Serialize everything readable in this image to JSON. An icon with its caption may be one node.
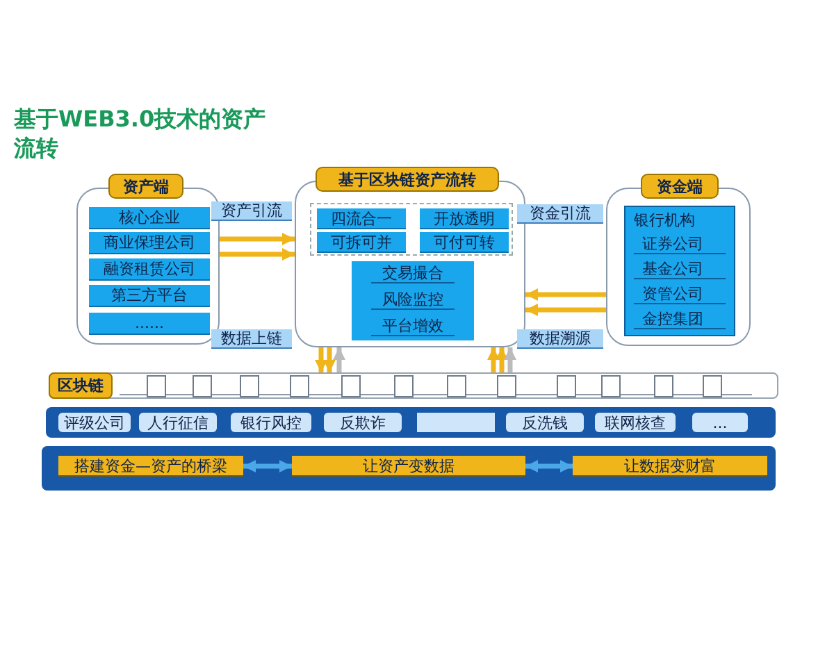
{
  "diagram": {
    "title": "基于WEB3.0技术的资产流转",
    "nodes": [
      {
        "text": [
          "资产端"
        ]
      },
      {
        "text": [
          "核心企业"
        ],
        "in": 0
      },
      {
        "text": [
          "商业保理公司"
        ],
        "in": 0
      },
      {
        "text": [
          "融资租赁公司"
        ],
        "in": 0
      },
      {
        "text": [
          "第三方平台"
        ],
        "in": 0
      },
      {
        "text": [
          "......"
        ],
        "in": 0
      },
      {
        "text": [
          "资产引流"
        ]
      },
      {
        "text": [
          "数据上链"
        ]
      },
      {
        "text": [
          "基于区块链资产流转"
        ]
      },
      {
        "text": [],
        "shape": "box",
        "in": 8
      },
      {
        "text": [
          "四流合一"
        ],
        "in": 9
      },
      {
        "text": [
          "开放透明"
        ],
        "in": 9
      },
      {
        "text": [
          "可拆可并"
        ],
        "in": 9
      },
      {
        "text": [
          "可付可转"
        ],
        "in": 9
      },
      {
        "text": [
          "交易撮合",
          "风险监控",
          "平台增效"
        ],
        "in": 8
      },
      {
        "text": [
          "资金引流"
        ]
      },
      {
        "text": [
          "数据溯源"
        ]
      },
      {
        "text": [
          "资金端"
        ]
      },
      {
        "text": [
          "银行机构",
          "证券公司",
          "基金公司",
          "资管公司",
          "金控集团"
        ],
        "in": 17
      },
      {
        "text": [
          "区块链"
        ]
      },
      {
        "text": [],
        "shape": "bar"
      },
      {
        "text": [
          "评级公司"
        ],
        "in": 20
      },
      {
        "text": [
          "人行征信"
        ],
        "in": 20
      },
      {
        "text": [
          "银行风控"
        ],
        "in": 20
      },
      {
        "text": [
          "反欺诈"
        ],
        "in": 20
      },
      {
        "text": [],
        "shape": "box",
        "in": 20
      },
      {
        "text": [
          "反洗钱"
        ],
        "in": 20
      },
      {
        "text": [
          "联网核查"
        ],
        "in": 20
      },
      {
        "text": [
          "..."
        ],
        "in": 20
      },
      {
        "text": [],
        "shape": "bar"
      },
      {
        "text": [
          "搭建资金—资产的桥梁"
        ],
        "in": 29
      },
      {
        "text": [
          "让资产变数据"
        ],
        "in": 29
      },
      {
        "text": [
          "让数据变财富"
        ],
        "in": 29
      }
    ],
    "edges": [
      {
        "from": 0,
        "to": 8,
        "arrow": "to"
      },
      {
        "from": 0,
        "to": 8,
        "arrow": "to"
      },
      {
        "from": 17,
        "to": 8,
        "arrow": "to"
      },
      {
        "from": 17,
        "to": 8,
        "arrow": "to"
      },
      {
        "from": 8,
        "to": 19,
        "arrow": "to"
      },
      {
        "from": 8,
        "to": 19,
        "arrow": "to"
      },
      {
        "from": 19,
        "to": 8,
        "arrow": "to",
        "color": "#bbbbbb"
      },
      {
        "from": 19,
        "to": 8,
        "arrow": "to"
      },
      {
        "from": 19,
        "to": 8,
        "arrow": "to"
      },
      {
        "from": 19,
        "to": 8,
        "arrow": "to",
        "color": "#bbbbbb"
      },
      {
        "from": 30,
        "to": 31,
        "arrow": "both",
        "color": "#4aa8e8"
      },
      {
        "from": 31,
        "to": 32,
        "arrow": "both",
        "color": "#4aa8e8"
      }
    ]
  }
}
